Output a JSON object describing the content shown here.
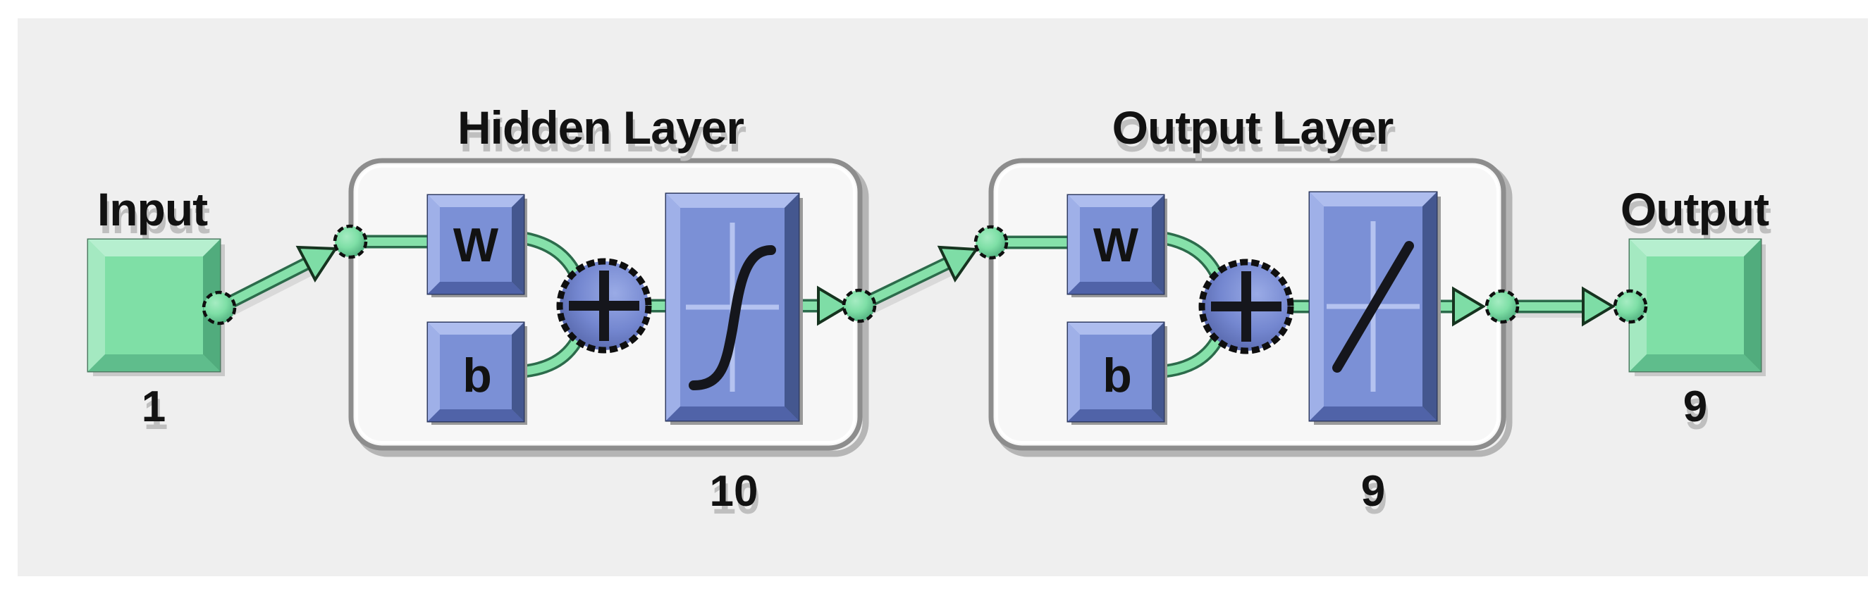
{
  "network": {
    "input": {
      "label": "Input",
      "dimension": "1"
    },
    "layers": [
      {
        "title": "Hidden Layer",
        "weight_label": "W",
        "bias_label": "b",
        "neurons": "10",
        "activation_icon": "sigmoid-icon",
        "sum_icon": "plus-icon"
      },
      {
        "title": "Output Layer",
        "weight_label": "W",
        "bias_label": "b",
        "neurons": "9",
        "activation_icon": "linear-icon",
        "sum_icon": "plus-icon"
      }
    ],
    "output": {
      "label": "Output",
      "dimension": "9"
    }
  },
  "colors": {
    "panel": "#efefef",
    "box_fill": "#f7f7f7",
    "box_border": "#8d8d8d",
    "block_green": "#7fdfa6",
    "block_blue": "#7b90d6",
    "connector_green": "#86e1aa",
    "glyph_black": "#15161c"
  }
}
